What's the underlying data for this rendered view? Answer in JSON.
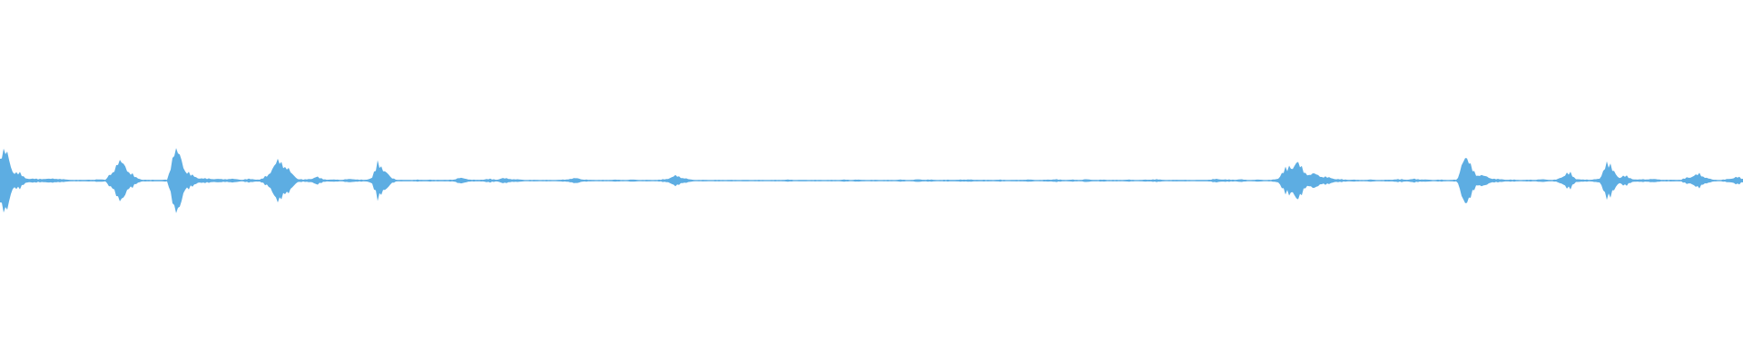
{
  "waveform": {
    "color": "#5dade2",
    "baseline_color": "#5dade2",
    "samples": [
      0.95,
      0.85,
      0.3,
      0.25,
      0.08,
      0.06,
      0.05,
      0.06,
      0.05,
      0.07,
      0.04,
      0.03,
      0.02,
      0.02,
      0.03,
      0.02,
      0.05,
      0.02,
      0.25,
      0.55,
      0.5,
      0.25,
      0.08,
      0.03,
      0.02,
      0.03,
      0.02,
      0.03,
      0.9,
      0.75,
      0.3,
      0.15,
      0.08,
      0.06,
      0.06,
      0.05,
      0.04,
      0.06,
      0.04,
      0.03,
      0.05,
      0.04,
      0.03,
      0.15,
      0.4,
      0.6,
      0.5,
      0.2,
      0.06,
      0.03,
      0.05,
      0.12,
      0.05,
      0.03,
      0.03,
      0.03,
      0.04,
      0.05,
      0.03,
      0.02,
      0.1,
      0.55,
      0.35,
      0.08,
      0.03,
      0.02,
      0.02,
      0.03,
      0.02,
      0.03,
      0.02,
      0.03,
      0.02,
      0.03,
      0.08,
      0.06,
      0.03,
      0.02,
      0.04,
      0.05,
      0.03,
      0.07,
      0.06,
      0.04,
      0.03,
      0.02,
      0.02,
      0.02,
      0.02,
      0.02,
      0.02,
      0.03,
      0.06,
      0.07,
      0.04,
      0.02,
      0.02,
      0.02,
      0.02,
      0.03,
      0.02,
      0.02,
      0.03,
      0.02,
      0.02,
      0.02,
      0.02,
      0.04,
      0.08,
      0.15,
      0.1,
      0.04,
      0.02,
      0.02,
      0.02,
      0.02,
      0.02,
      0.02,
      0.02,
      0.02,
      0.02,
      0.02,
      0.02,
      0.02,
      0.02,
      0.02,
      0.02,
      0.03,
      0.02,
      0.02,
      0.02,
      0.02,
      0.02,
      0.02,
      0.02,
      0.02,
      0.03,
      0.02,
      0.03,
      0.02,
      0.02,
      0.02,
      0.02,
      0.02,
      0.02,
      0.03,
      0.02,
      0.02,
      0.04,
      0.03,
      0.03,
      0.02,
      0.02,
      0.03,
      0.02,
      0.03,
      0.04,
      0.02,
      0.03,
      0.02,
      0.02,
      0.03,
      0.02,
      0.02,
      0.02,
      0.03,
      0.03,
      0.02,
      0.02,
      0.03,
      0.04,
      0.03,
      0.02,
      0.03,
      0.02,
      0.04,
      0.03,
      0.02,
      0.03,
      0.02,
      0.02,
      0.02,
      0.03,
      0.02,
      0.02,
      0.03,
      0.04,
      0.03,
      0.02,
      0.02,
      0.03,
      0.02,
      0.02,
      0.02,
      0.02,
      0.03,
      0.05,
      0.04,
      0.03,
      0.03,
      0.04,
      0.02,
      0.02,
      0.03,
      0.02,
      0.02,
      0.06,
      0.3,
      0.45,
      0.55,
      0.35,
      0.18,
      0.2,
      0.14,
      0.1,
      0.06,
      0.04,
      0.03,
      0.03,
      0.02,
      0.02,
      0.03,
      0.02,
      0.02,
      0.03,
      0.04,
      0.04,
      0.03,
      0.05,
      0.04,
      0.03,
      0.02,
      0.03,
      0.02,
      0.02,
      0.03,
      0.85,
      0.45,
      0.2,
      0.15,
      0.1,
      0.05,
      0.04,
      0.03,
      0.03,
      0.02,
      0.02,
      0.03,
      0.03,
      0.04,
      0.02,
      0.03,
      0.15,
      0.25,
      0.06,
      0.03,
      0.03,
      0.04,
      0.05,
      0.65,
      0.3,
      0.1,
      0.15,
      0.06,
      0.03,
      0.04,
      0.05,
      0.04,
      0.03,
      0.02,
      0.03,
      0.02,
      0.1,
      0.14,
      0.2,
      0.1,
      0.03,
      0.02,
      0.03,
      0.06,
      0.12,
      0.05
    ]
  }
}
